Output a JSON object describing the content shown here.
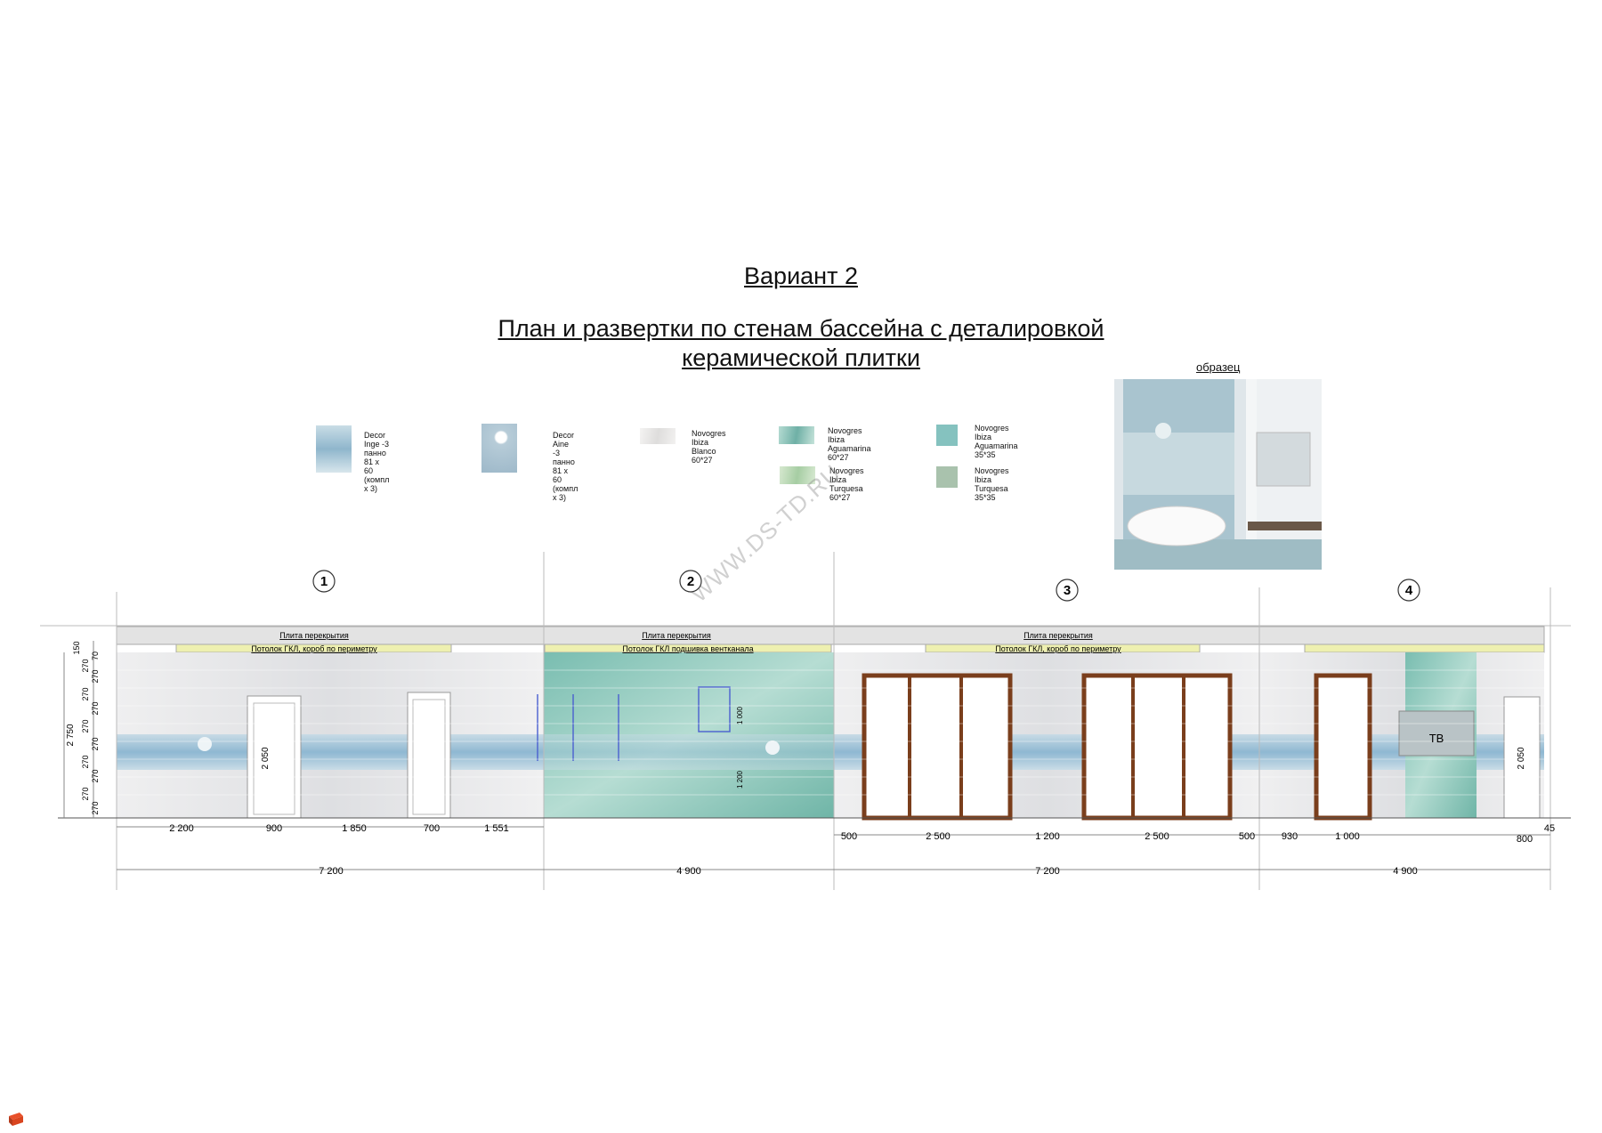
{
  "title": "Вариант 2",
  "subtitle_line1": "План и развертки по стенам бассейна с деталировкой",
  "subtitle_line2": "керамической плитки",
  "sample_label": "образец",
  "watermark": "WWW.DS-TD.RU",
  "legend": [
    {
      "text": "Decor Inge -3\nпанно 81 x 60\n(компл x 3)",
      "color": "#a9c6d6"
    },
    {
      "text": "Decor Aine -3\nпанно 81 x 60\n(компл x 3)",
      "color": "#b7ccd8"
    },
    {
      "text": "Novogres Ibiza\nBlanco\n60*27",
      "color": "#ecebea"
    },
    {
      "text": "Novogres Ibiza\nAguamarina\n60*27",
      "color": "#9fc9c0"
    },
    {
      "text": "Novogres Ibiza\nAguamarina\n35*35",
      "color": "#8fc4c0"
    },
    {
      "text": "Novogres Ibiza\nTurquesa\n60*27",
      "color": "#b9d6b4"
    },
    {
      "text": "Novogres Ibiza\nTurquesa\n35*35",
      "color": "#a9c2ad"
    }
  ],
  "walls": [
    {
      "number": "1",
      "slab": "Плита перекрытия",
      "ceiling": "Потолок ГКЛ, короб по периметру",
      "overall": "7 200"
    },
    {
      "number": "2",
      "slab": "Плита перекрытия",
      "ceiling": "Потолок ГКЛ подшивка вентканала",
      "overall": "4 900"
    },
    {
      "number": "3",
      "slab": "Плита перекрытия",
      "ceiling": "Потолок ГКЛ, короб по периметру",
      "overall": "7 200"
    },
    {
      "number": "4",
      "slab": "",
      "ceiling": "",
      "overall": "4 900"
    }
  ],
  "dims_wall1": [
    "2 200",
    "900",
    "1 850",
    "700",
    "1 551"
  ],
  "dims_wall3": [
    "500",
    "2 500",
    "1 200",
    "2 500",
    "500"
  ],
  "dims_wall4": [
    "930",
    "1 000",
    "800",
    "45"
  ],
  "height_total": "2 750",
  "height_rows": [
    "150",
    "70",
    "270",
    "270",
    "270",
    "270",
    "270",
    "270",
    "270",
    "270",
    "270",
    "270"
  ],
  "door_height_1": "2 050",
  "door_height_2": "2 050",
  "rail_dims": [
    "1 000",
    "1 200"
  ],
  "tv_label": "ТВ",
  "colors": {
    "tile_white": "#e6e6e8",
    "tile_blue": "#9ec3db",
    "tile_green": "#8fc9bb",
    "frame_wood": "#7a3e1c",
    "ceiling_yellow": "#eef0b0",
    "slab": "#e3e3e3"
  }
}
